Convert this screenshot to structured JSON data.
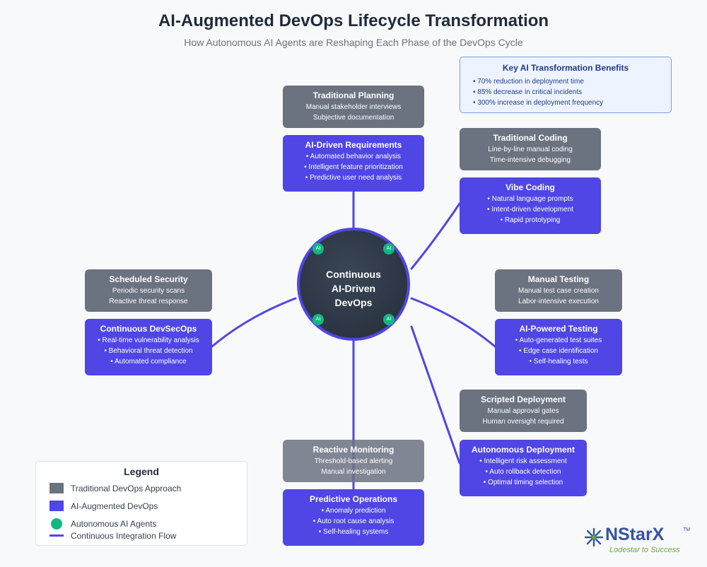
{
  "header": {
    "title": "AI-Augmented DevOps Lifecycle Transformation",
    "subtitle": "How Autonomous AI Agents are Reshaping Each Phase of the DevOps Cycle"
  },
  "hub": {
    "line1": "Continuous",
    "line2": "AI-Driven",
    "line3": "DevOps",
    "agent_label": "AI"
  },
  "benefits": {
    "title": "Key AI Transformation Benefits",
    "items": [
      "• 70% reduction in deployment time",
      "• 85% decrease in critical incidents",
      "• 300% increase in deployment frequency"
    ]
  },
  "phases": {
    "planning": {
      "traditional": {
        "title": "Traditional Planning",
        "lines": [
          "Manual stakeholder interviews",
          "Subjective documentation"
        ]
      },
      "ai": {
        "title": "AI-Driven Requirements",
        "lines": [
          "• Automated behavior analysis",
          "• Intelligent feature prioritization",
          "• Predictive user need analysis"
        ]
      }
    },
    "coding": {
      "traditional": {
        "title": "Traditional Coding",
        "lines": [
          "Line-by-line manual coding",
          "Time-intensive debugging"
        ]
      },
      "ai": {
        "title": "Vibe Coding",
        "lines": [
          "• Natural language prompts",
          "• Intent-driven development",
          "• Rapid prototyping"
        ]
      }
    },
    "testing": {
      "traditional": {
        "title": "Manual Testing",
        "lines": [
          "Manual test case creation",
          "Labor-intensive execution"
        ]
      },
      "ai": {
        "title": "AI-Powered Testing",
        "lines": [
          "• Auto-generated test suites",
          "• Edge case identification",
          "• Self-healing tests"
        ]
      }
    },
    "deployment": {
      "traditional": {
        "title": "Scripted Deployment",
        "lines": [
          "Manual approval gates",
          "Human oversight required"
        ]
      },
      "ai": {
        "title": "Autonomous Deployment",
        "lines": [
          "• Intelligent risk assessment",
          "• Auto rollback detection",
          "• Optimal timing selection"
        ]
      }
    },
    "monitoring": {
      "traditional": {
        "title": "Reactive Monitoring",
        "lines": [
          "Threshold-based alerting",
          "Manual investigation"
        ]
      },
      "ai": {
        "title": "Predictive Operations",
        "lines": [
          "• Anomaly prediction",
          "• Auto root cause analysis",
          "• Self-healing systems"
        ]
      }
    },
    "security": {
      "traditional": {
        "title": "Scheduled Security",
        "lines": [
          "Periodic security scans",
          "Reactive threat response"
        ]
      },
      "ai": {
        "title": "Continuous DevSecOps",
        "lines": [
          "• Real-time vulnerability analysis",
          "• Behavioral threat detection",
          "• Automated compliance"
        ]
      }
    }
  },
  "legend": {
    "title": "Legend",
    "items": [
      "Traditional DevOps Approach",
      "AI-Augmented DevOps",
      "Autonomous AI Agents",
      "Continuous Integration Flow"
    ]
  },
  "logo": {
    "name": "NStarX",
    "tm": "TM",
    "tagline": "Lodestar to Success"
  },
  "colors": {
    "traditional": "#6b7280",
    "ai": "#4f46e5",
    "agent": "#10b981",
    "hub": "#2b3441",
    "flow": "#4f46e5"
  }
}
